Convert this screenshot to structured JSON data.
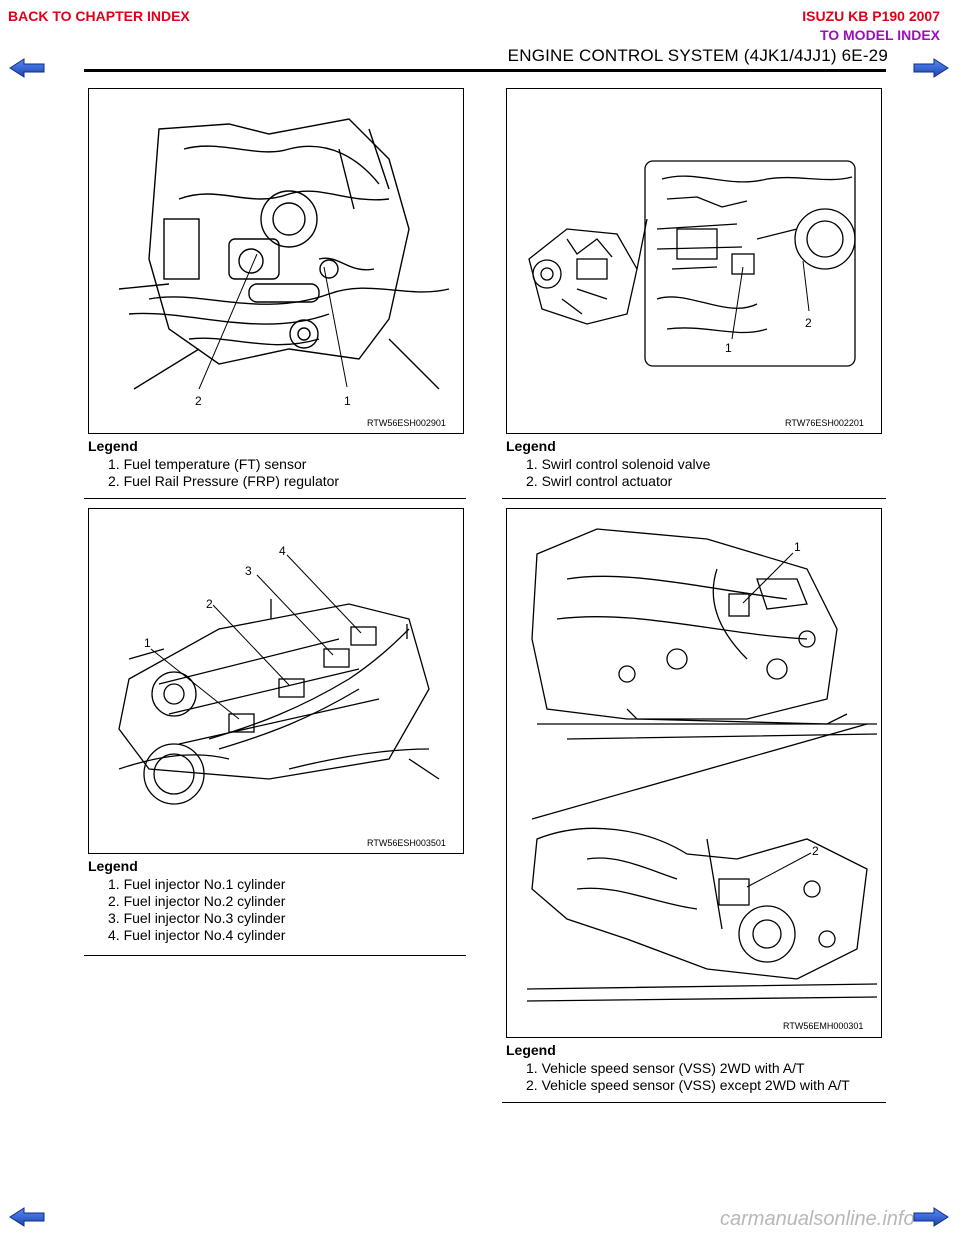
{
  "nav": {
    "back_to_chapter": "BACK TO CHAPTER INDEX",
    "model_title": "ISUZU KB P190 2007",
    "to_model_index": "TO MODEL INDEX"
  },
  "header": {
    "title": "ENGINE CONTROL SYSTEM (4JK1/4JJ1)   6E-29"
  },
  "figures": [
    {
      "code": "RTW56ESH002901",
      "callouts": [
        "2",
        "1"
      ],
      "legend_title": "Legend",
      "legend_items": [
        "1.  Fuel temperature (FT) sensor",
        "2.  Fuel Rail Pressure (FRP) regulator"
      ]
    },
    {
      "code": "RTW76ESH002201",
      "callouts": [
        "2",
        "1"
      ],
      "legend_title": "Legend",
      "legend_items": [
        "1.  Swirl control solenoid valve",
        "2.  Swirl control actuator"
      ]
    },
    {
      "code": "RTW56ESH003501",
      "callouts": [
        "4",
        "3",
        "2",
        "1"
      ],
      "legend_title": "Legend",
      "legend_items": [
        "1.  Fuel injector No.1 cylinder",
        "2.  Fuel injector No.2 cylinder",
        "3.  Fuel injector No.3 cylinder",
        "4.  Fuel injector No.4 cylinder"
      ]
    },
    {
      "code": "RTW56EMH000301",
      "callouts": [
        "1",
        "2"
      ],
      "legend_title": "Legend",
      "legend_items": [
        "1.  Vehicle speed sensor (VSS) 2WD with A/T",
        "2.  Vehicle speed sensor (VSS) except 2WD with  A/T"
      ]
    }
  ],
  "footer": {
    "watermark": "carmanualsonline.info"
  },
  "colors": {
    "nav_red": "#e0001b",
    "nav_purple": "#9b10b8",
    "arrow_blue": "#1f5bd9"
  },
  "icons": {
    "prev": "arrow-left-icon",
    "next": "arrow-right-icon"
  }
}
